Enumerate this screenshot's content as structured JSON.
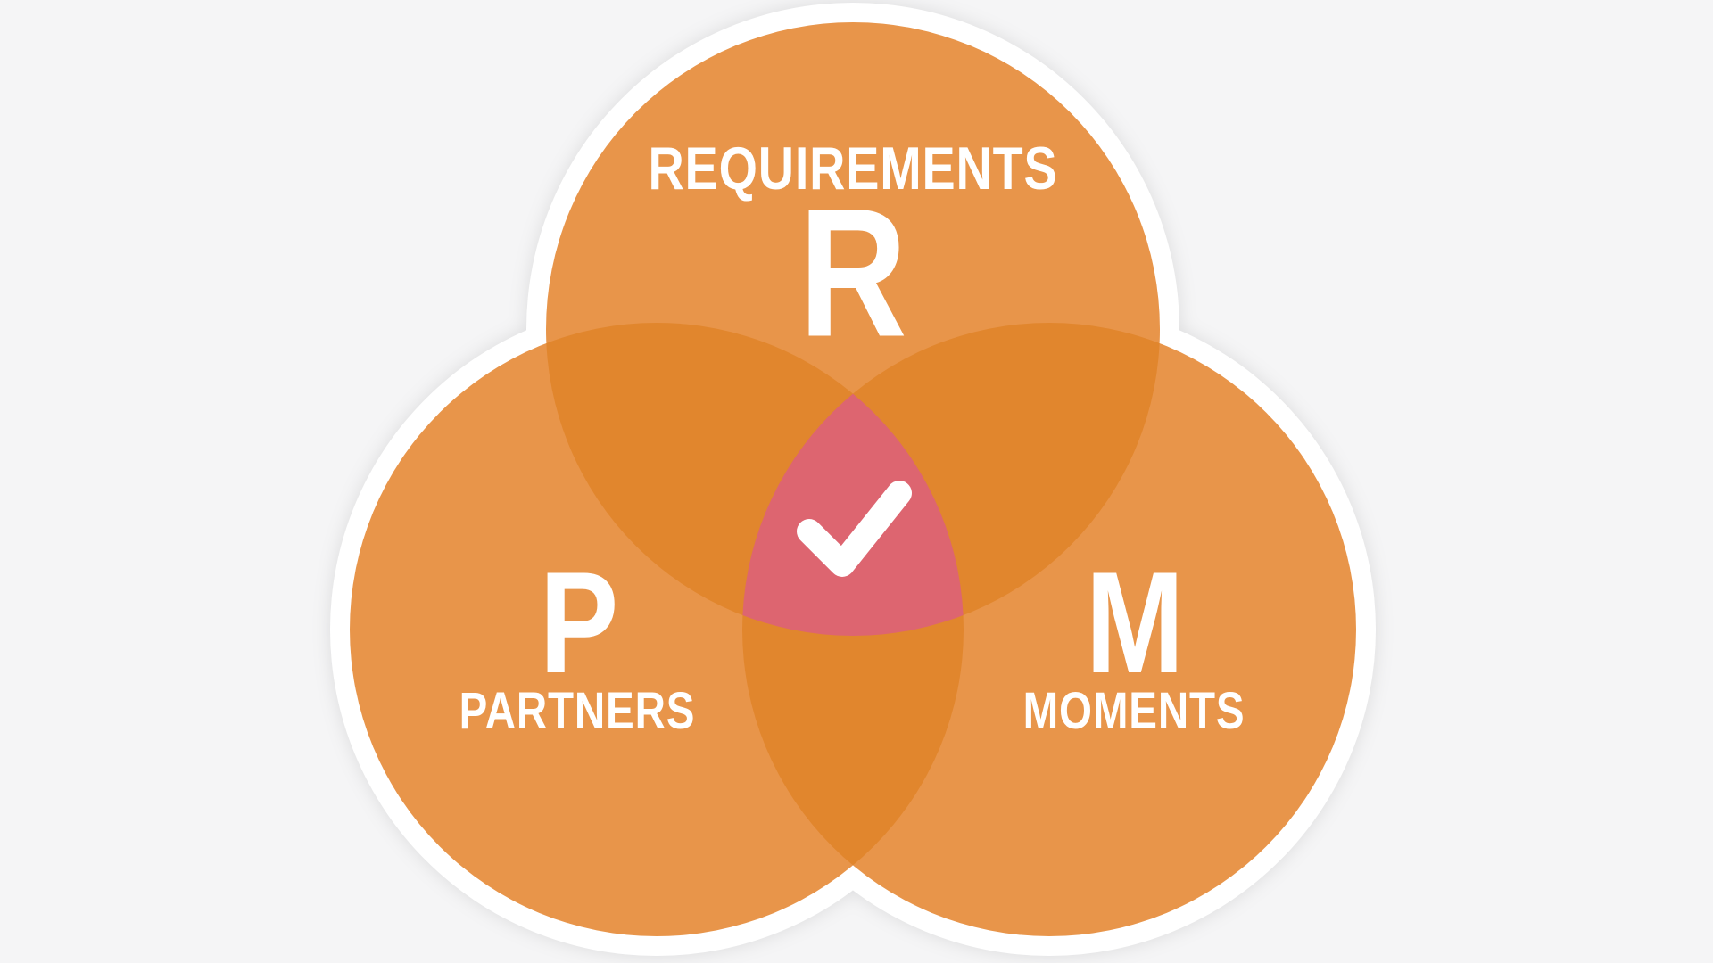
{
  "diagram": {
    "type": "venn",
    "circles": [
      {
        "name": "requirements",
        "letter": "R",
        "label": "REQUIREMENTS",
        "position": "top"
      },
      {
        "name": "partners",
        "letter": "P",
        "label": "PARTNERS",
        "position": "bottom-left"
      },
      {
        "name": "moments",
        "letter": "M",
        "label": "MOMENTS",
        "position": "bottom-right"
      }
    ],
    "center": {
      "icon": "check-icon"
    }
  },
  "colors": {
    "background": "#F5F5F6",
    "outline": "#FFFFFF",
    "circle": "#E8954A",
    "overlap": "#E1862D",
    "center": "#DD6570",
    "text": "#FFFFFF",
    "icon": "#FFFFFF"
  }
}
